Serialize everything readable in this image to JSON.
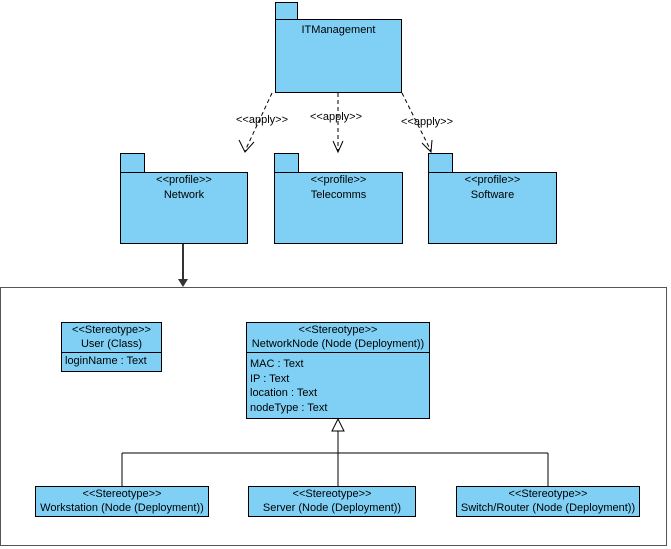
{
  "packages": {
    "it_management": {
      "name": "ITManagement"
    },
    "network": {
      "stereotype": "<<profile>>",
      "name": "Network"
    },
    "telecomms": {
      "stereotype": "<<profile>>",
      "name": "Telecomms"
    },
    "software": {
      "stereotype": "<<profile>>",
      "name": "Software"
    }
  },
  "apply_labels": [
    "<<apply>>",
    "<<apply>>",
    "<<apply>>"
  ],
  "stereotypes": {
    "user": {
      "stereotype": "<<Stereotype>>",
      "name": "User (Class)",
      "attributes": [
        "loginName : Text"
      ]
    },
    "network_node": {
      "stereotype": "<<Stereotype>>",
      "name": "NetworkNode (Node (Deployment))",
      "attributes": [
        "MAC : Text",
        "IP : Text",
        "location : Text",
        "nodeType : Text"
      ]
    },
    "workstation": {
      "stereotype": "<<Stereotype>>",
      "name": "Workstation (Node (Deployment))"
    },
    "server": {
      "stereotype": "<<Stereotype>>",
      "name": "Server (Node (Deployment))"
    },
    "switch_router": {
      "stereotype": "<<Stereotype>>",
      "name": "Switch/Router (Node (Deployment))"
    }
  },
  "colors": {
    "fill": "#7fd0f4",
    "line": "#000000",
    "frame": "#555555"
  }
}
